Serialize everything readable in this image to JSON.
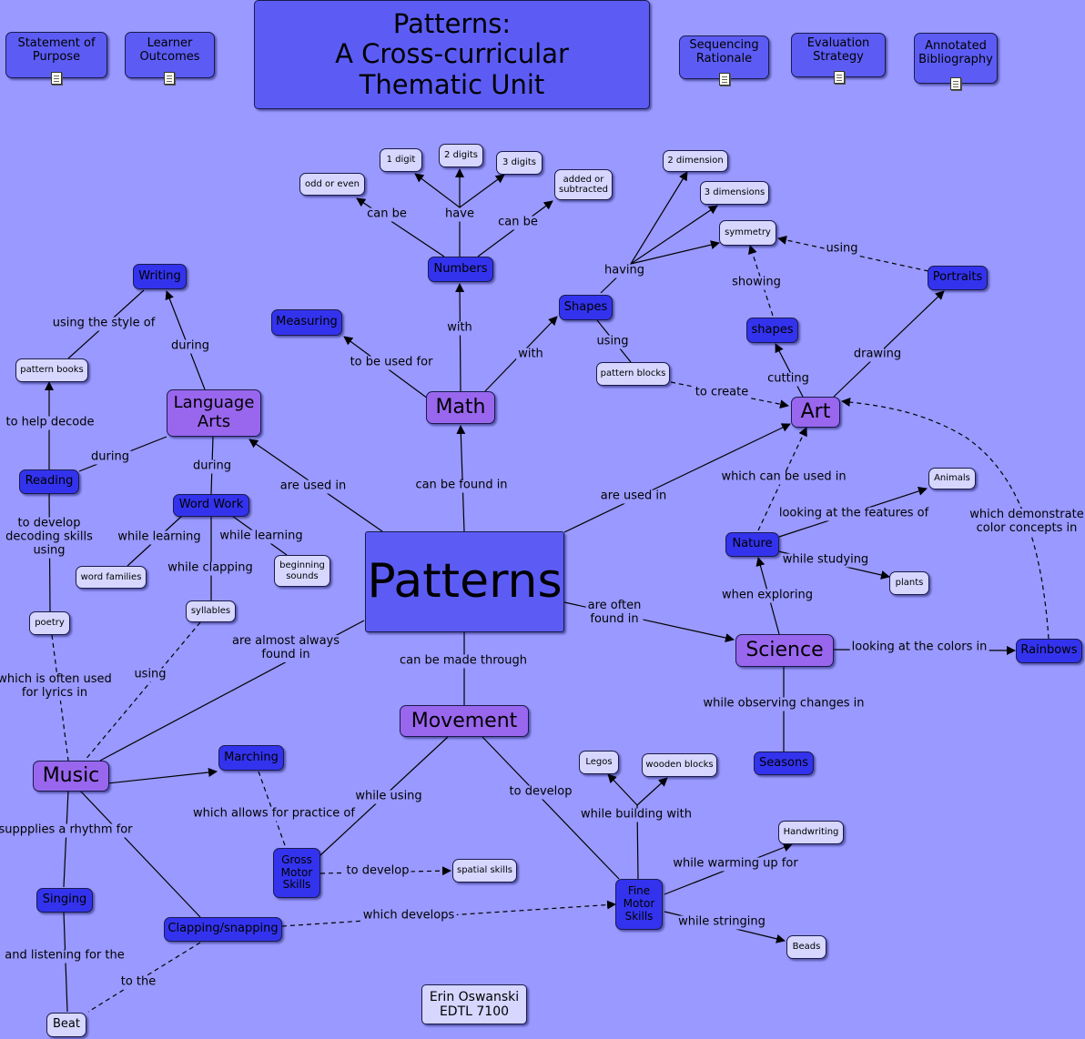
{
  "header": {
    "title": "Patterns:\nA Cross-curricular\nThematic Unit",
    "buttons": [
      {
        "id": "statement",
        "label": "Statement of\nPurpose"
      },
      {
        "id": "outcomes",
        "label": "Learner\nOutcomes"
      },
      {
        "id": "sequencing",
        "label": "Sequencing\nRationale"
      },
      {
        "id": "evaluation",
        "label": "Evaluation\nStrategy"
      },
      {
        "id": "bibliography",
        "label": "Annotated\nBibliography"
      }
    ]
  },
  "credit": "Erin Oswanski\nEDTL 7100",
  "nodes": {
    "patterns": "Patterns",
    "math": "Math",
    "art": "Art",
    "language_arts": "Language\nArts",
    "science": "Science",
    "music": "Music",
    "movement": "Movement",
    "numbers": "Numbers",
    "measuring": "Measuring",
    "shapes_math": "Shapes",
    "writing": "Writing",
    "reading": "Reading",
    "word_work": "Word Work",
    "shapes_art": "shapes",
    "portraits": "Portraits",
    "nature": "Nature",
    "rainbows": "Rainbows",
    "seasons": "Seasons",
    "marching": "Marching",
    "singing": "Singing",
    "clapping": "Clapping/snapping",
    "gross_motor": "Gross\nMotor\nSkills",
    "fine_motor": "Fine\nMotor\nSkills",
    "one_digit": "1 digit",
    "two_digits": "2 digits",
    "three_digits": "3 digits",
    "odd_even": "odd or even",
    "added": "added or\nsubtracted",
    "two_dim": "2 dimension",
    "three_dim": "3 dimensions",
    "symmetry": "symmetry",
    "pattern_blocks": "pattern blocks",
    "pattern_books": "pattern books",
    "word_families": "word families",
    "beginning_sounds": "beginning\nsounds",
    "syllables": "syllables",
    "poetry": "poetry",
    "animals": "Animals",
    "plants": "plants",
    "legos": "Legos",
    "wooden_blocks": "wooden blocks",
    "handwriting": "Handwriting",
    "beads": "Beads",
    "spatial_skills": "spatial skills",
    "beat": "Beat"
  },
  "labels": {
    "are_used_in_la": "are used in",
    "can_be_found_in": "can be found in",
    "are_used_in_art": "are used in",
    "are_often_found_in": "are often\nfound in",
    "can_be_made_through": "can be made through",
    "almost_always": "are almost always\nfound in",
    "to_be_used_for": "to be used for",
    "with_numbers": "with",
    "with_shapes": "with",
    "can_be_odd": "can be",
    "have": "have",
    "can_be_added": "can be",
    "having": "having",
    "using_blocks": "using",
    "to_create": "to create",
    "showing": "showing",
    "cutting": "cutting",
    "drawing": "drawing",
    "using_symmetry": "using",
    "which_can_be_used_in": "which can be used in",
    "which_demonstrate": "which demonstrate\ncolor concepts in",
    "looking_features": "looking at the features of",
    "while_studying": "while studying",
    "when_exploring": "when exploring",
    "looking_colors": "looking at the colors in",
    "while_observing": "while observing changes in",
    "during_writing": "during",
    "using_style": "using the style of",
    "during_reading": "during",
    "during_wordwork": "during",
    "to_help_decode": "to help decode",
    "to_develop_decoding": "to develop\ndecoding skills\nusing",
    "while_learning_wf": "while learning",
    "while_learning_bs": "while learning",
    "while_clapping": "while clapping",
    "using_syllables": "using",
    "lyrics": "which is often used\nfor lyrics in",
    "rhythm": "suppplies a rhythm for",
    "practice": "which allows for practice of",
    "while_using": "while using",
    "to_develop_fine": "to develop",
    "to_develop_spatial": "to develop",
    "building": "while building with",
    "warming": "while warming up for",
    "stringing": "while stringing",
    "which_develops": "which develops",
    "listening": "and listening for the",
    "to_the": "to the"
  }
}
